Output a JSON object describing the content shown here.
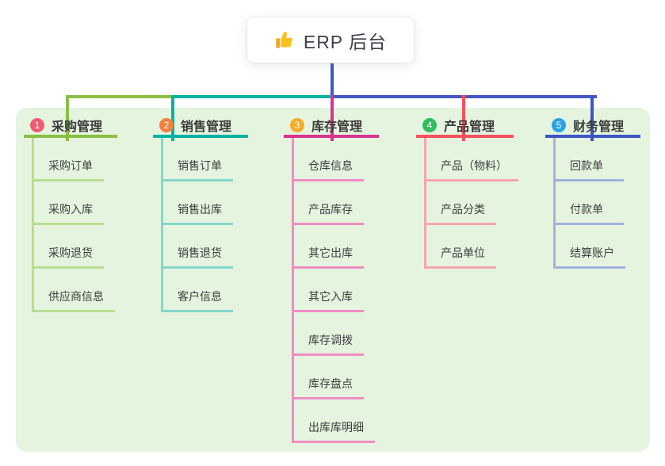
{
  "root": {
    "label": "ERP 后台",
    "icon": "thumbs-up-icon",
    "icon_colors": {
      "hand": "#fcc21c",
      "cuff": "#f5a623"
    }
  },
  "panel": {
    "background": "#e4f4df"
  },
  "connectors": {
    "stem_color": "#4556c7",
    "bus_segment_colors": [
      "#8abf44",
      "#02b3a4",
      "#4556c7"
    ]
  },
  "branches": [
    {
      "num": "1",
      "title": "采购管理",
      "badge_color": "#ef5b72",
      "line_color": "#8abf44",
      "light_color": "#b9dd90",
      "children": [
        "采购订单",
        "采购入库",
        "采购退货",
        "供应商信息"
      ]
    },
    {
      "num": "2",
      "title": "销售管理",
      "badge_color": "#f5803e",
      "line_color": "#02b3a4",
      "light_color": "#85d6cb",
      "children": [
        "销售订单",
        "销售出库",
        "销售退货",
        "客户信息"
      ]
    },
    {
      "num": "3",
      "title": "库存管理",
      "badge_color": "#f7ac28",
      "line_color": "#d5358d",
      "light_color": "#ef8dc3",
      "children": [
        "仓库信息",
        "产品库存",
        "其它出库",
        "其它入库",
        "库存调拨",
        "库存盘点",
        "出库库明细"
      ]
    },
    {
      "num": "4",
      "title": "产品管理",
      "badge_color": "#2ebd5f",
      "line_color": "#f4515f",
      "light_color": "#f8a5ab",
      "children": [
        "产品（物料）",
        "产品分类",
        "产品单位"
      ]
    },
    {
      "num": "5",
      "title": "财务管理",
      "badge_color": "#29a3e3",
      "line_color": "#3e55c4",
      "light_color": "#a2b2dd",
      "children": [
        "回款单",
        "付款单",
        "结算账户"
      ]
    }
  ]
}
